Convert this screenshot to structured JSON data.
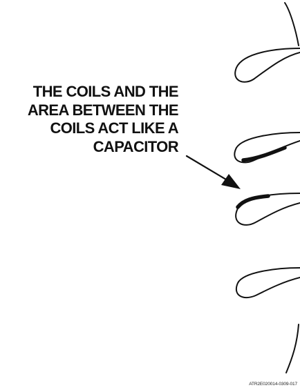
{
  "caption": {
    "lines": [
      "THE COILS AND THE",
      "AREA BETWEEN THE",
      "COILS ACT LIKE A",
      "CAPACITOR"
    ]
  },
  "figure_id": "ATR2E020014-0309-017",
  "colors": {
    "background": "#ffffff",
    "ink": "#111111"
  },
  "icons": {
    "arrow": "pointer-arrow-icon",
    "coil": "inductor-coil-icon"
  }
}
